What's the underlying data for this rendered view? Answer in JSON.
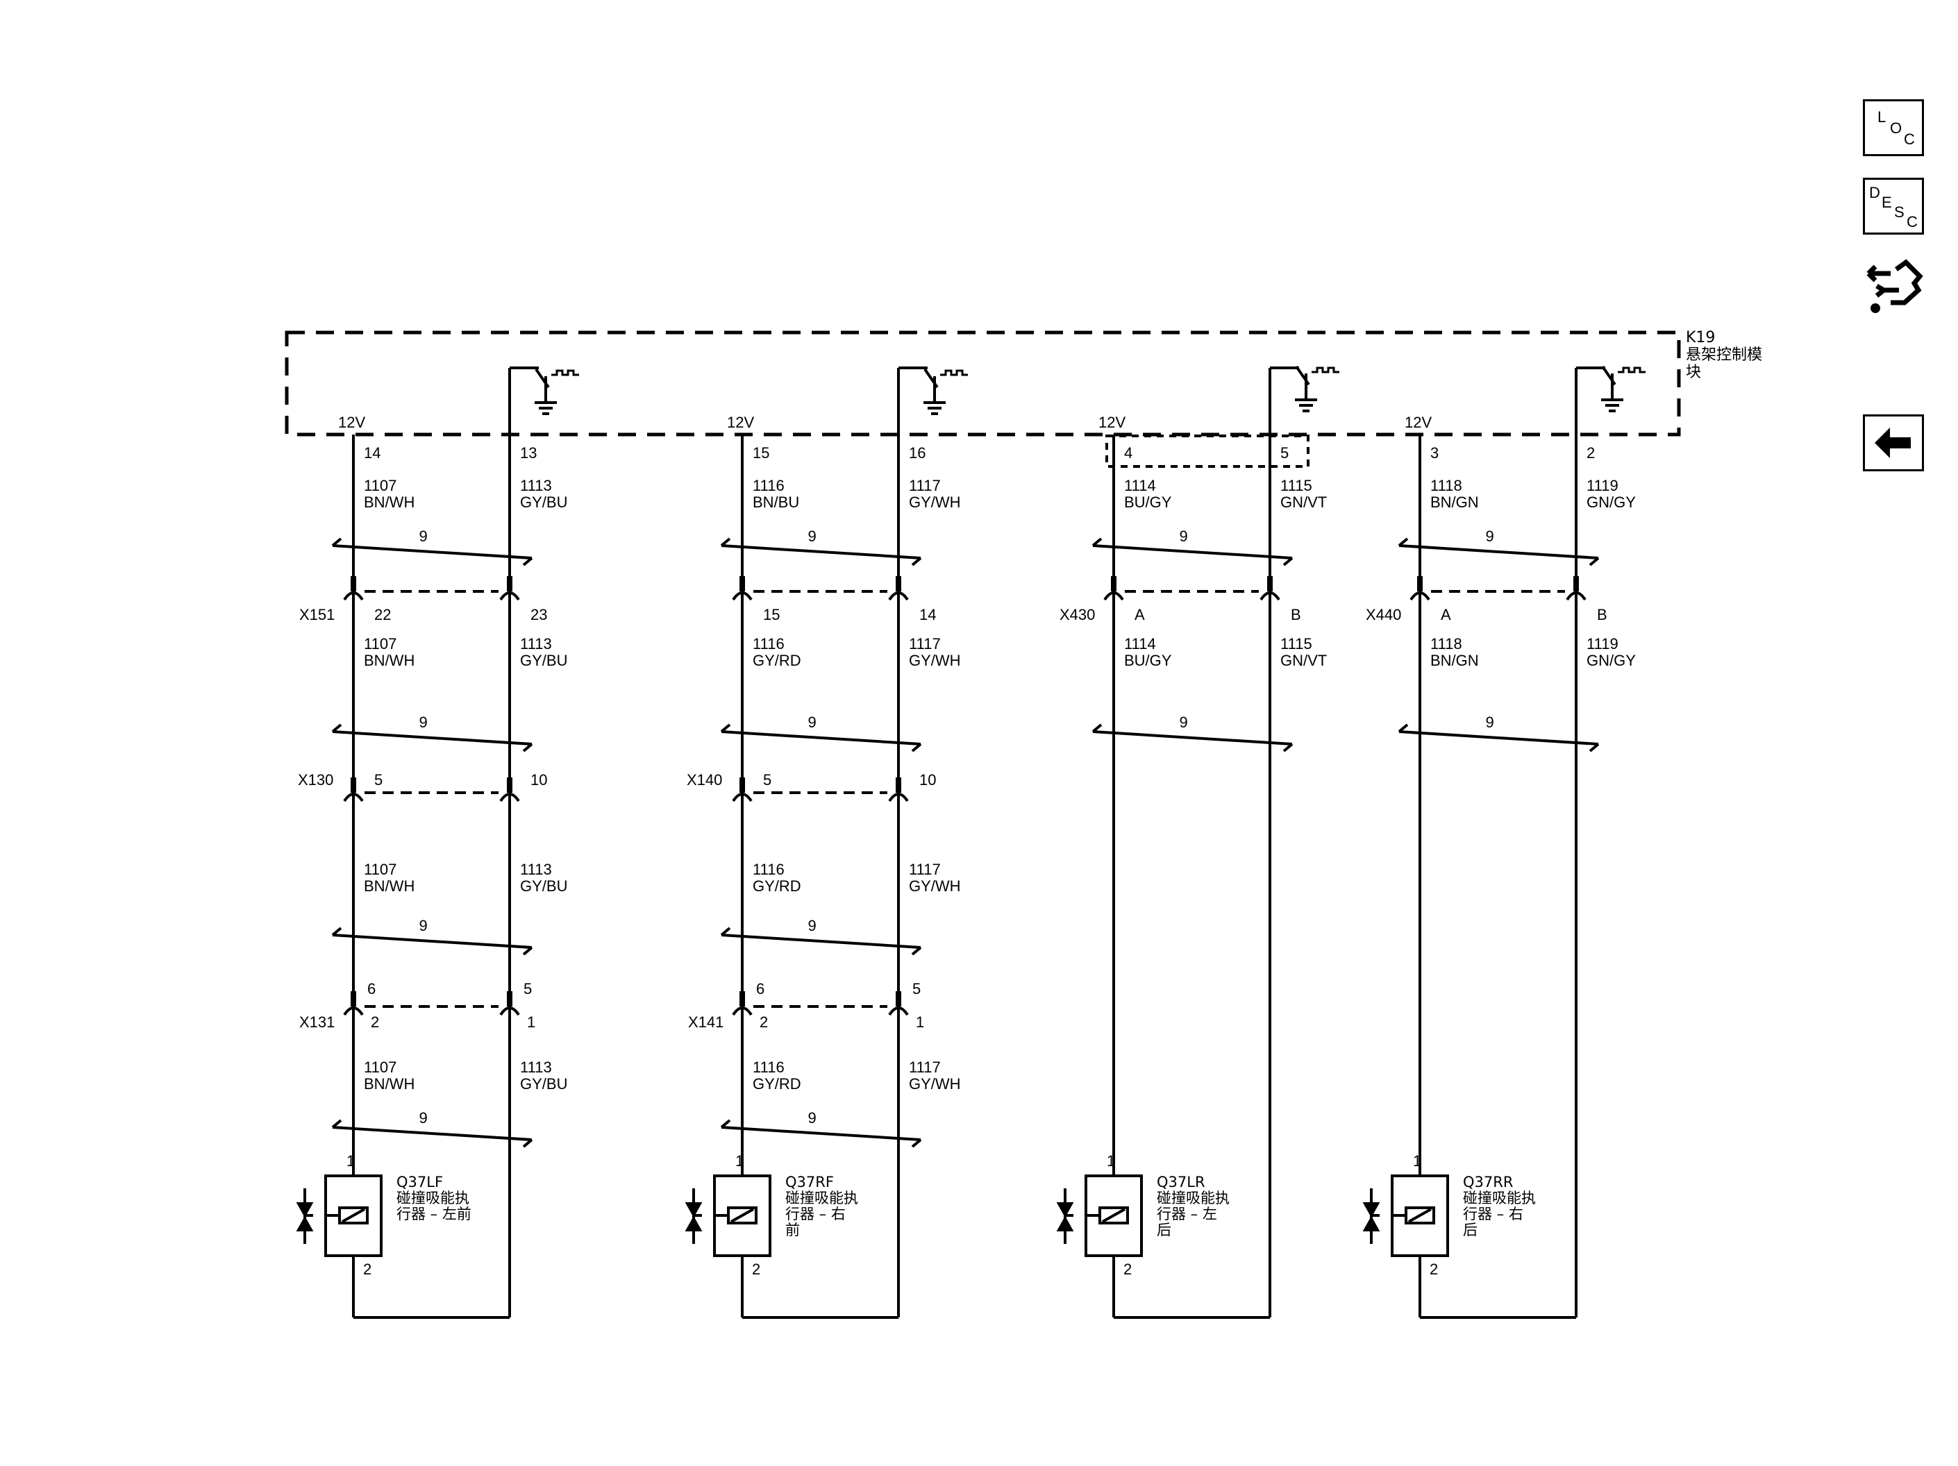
{
  "module": {
    "ref": "K19",
    "name_line1": "悬架控制模",
    "name_line2": "块"
  },
  "supply_label": "12V",
  "wire_count_label": "9",
  "circuits": [
    {
      "id": "lf",
      "module_pins": [
        "14",
        "13"
      ],
      "seg1": [
        [
          "1107",
          "BN/WH"
        ],
        [
          "1113",
          "GY/BU"
        ]
      ],
      "c1": {
        "name": "X151",
        "pins": [
          "22",
          "23"
        ]
      },
      "seg2": [
        [
          "1107",
          "BN/WH"
        ],
        [
          "1113",
          "GY/BU"
        ]
      ],
      "c2": {
        "name": "X130",
        "pins": [
          "5",
          "10"
        ]
      },
      "seg3": [
        [
          "1107",
          "BN/WH"
        ],
        [
          "1113",
          "GY/BU"
        ]
      ],
      "c3": {
        "name": "X131",
        "pins_top": [
          "6",
          "5"
        ],
        "pins_bottom": [
          "2",
          "1"
        ]
      },
      "seg4": [
        [
          "1107",
          "BN/WH"
        ],
        [
          "1113",
          "GY/BU"
        ]
      ],
      "device": {
        "pin_top": "1",
        "pin_bottom": "2",
        "ref": "Q37LF",
        "line1": "碰撞吸能执",
        "line2": "行器 – 左前",
        "line3": ""
      }
    },
    {
      "id": "rf",
      "module_pins": [
        "15",
        "16"
      ],
      "seg1": [
        [
          "1116",
          "BN/BU"
        ],
        [
          "1117",
          "GY/WH"
        ]
      ],
      "c1": {
        "name": "",
        "pins": [
          "15",
          "14"
        ]
      },
      "seg2": [
        [
          "1116",
          "GY/RD"
        ],
        [
          "1117",
          "GY/WH"
        ]
      ],
      "c2": {
        "name": "X140",
        "pins": [
          "5",
          "10"
        ]
      },
      "seg3": [
        [
          "1116",
          "GY/RD"
        ],
        [
          "1117",
          "GY/WH"
        ]
      ],
      "c3": {
        "name": "X141",
        "pins_top": [
          "6",
          "5"
        ],
        "pins_bottom": [
          "2",
          "1"
        ]
      },
      "seg4": [
        [
          "1116",
          "GY/RD"
        ],
        [
          "1117",
          "GY/WH"
        ]
      ],
      "device": {
        "pin_top": "1",
        "pin_bottom": "2",
        "ref": "Q37RF",
        "line1": "碰撞吸能执",
        "line2": "行器 – 右",
        "line3": "前"
      }
    },
    {
      "id": "lr",
      "module_pins": [
        "4",
        "5"
      ],
      "seg1": [
        [
          "1114",
          "BU/GY"
        ],
        [
          "1115",
          "GN/VT"
        ]
      ],
      "c1": {
        "name": "X430",
        "pins": [
          "A",
          "B"
        ]
      },
      "seg2": [
        [
          "1114",
          "BU/GY"
        ],
        [
          "1115",
          "GN/VT"
        ]
      ],
      "device": {
        "pin_top": "1",
        "pin_bottom": "2",
        "ref": "Q37LR",
        "line1": "碰撞吸能执",
        "line2": "行器 – 左",
        "line3": "后"
      }
    },
    {
      "id": "rr",
      "module_pins": [
        "3",
        "2"
      ],
      "seg1": [
        [
          "1118",
          "BN/GN"
        ],
        [
          "1119",
          "GN/GY"
        ]
      ],
      "c1": {
        "name": "X440",
        "pins": [
          "A",
          "B"
        ]
      },
      "seg2": [
        [
          "1118",
          "BN/GN"
        ],
        [
          "1119",
          "GN/GY"
        ]
      ],
      "device": {
        "pin_top": "1",
        "pin_bottom": "2",
        "ref": "Q37RR",
        "line1": "碰撞吸能执",
        "line2": "行器 – 右",
        "line3": "后"
      }
    }
  ],
  "sidebar": {
    "loc": {
      "l1": "L",
      "l2": "O",
      "l3": "C"
    },
    "desc": {
      "l1": "D",
      "l2": "E",
      "l3": "S",
      "l4": "C"
    },
    "icons": [
      "diagnostic-connector-icon",
      "back-arrow-icon"
    ]
  }
}
